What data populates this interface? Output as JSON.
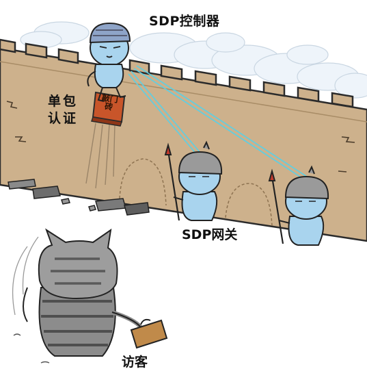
{
  "labels": {
    "controller": "SDP控制器",
    "auth_line1": "单包",
    "auth_line2": "认证",
    "gateway": "SDP网关",
    "visitor": "访客"
  },
  "brick": {
    "line1": "敲门",
    "line2": "砖"
  },
  "colors": {
    "wall": "#cdb18c",
    "wall_outline": "#2b2b2b",
    "cloud": "#e9f1f8",
    "character": "#a9d4ee",
    "helmet": "#9a9a9a",
    "laser": "#5ad0e6",
    "cat_stripe": "#6b6b6b",
    "briefcase": "#c08a4a",
    "brick": "#c8552a"
  }
}
